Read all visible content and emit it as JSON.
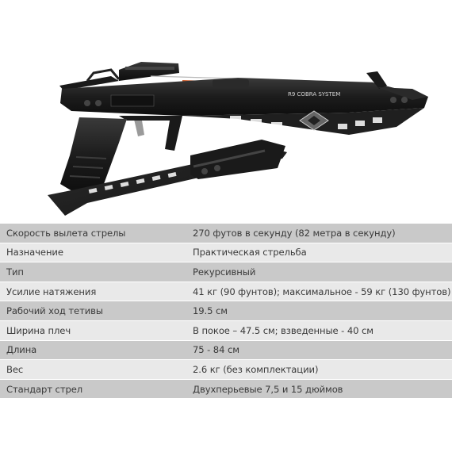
{
  "product": {
    "brand_marking": "R9 COBRA SYSTEM",
    "colors": {
      "body": "#1c1c1c",
      "highlight": "#3a3a3a",
      "string": "#b8b8b8",
      "accent": "#c85a2a"
    }
  },
  "specs": [
    {
      "label": "Скорость вылета стрелы",
      "value": "270 футов в секунду (82 метра в секунду)"
    },
    {
      "label": "Назначение",
      "value": "Практическая стрельба"
    },
    {
      "label": "Тип",
      "value": "Рекурсивный"
    },
    {
      "label": "Усилие натяжения",
      "value": "41 кг (90 фунтов); максимальное - 59 кг (130 фунтов)"
    },
    {
      "label": "Рабочий ход тетивы",
      "value": "19.5 см"
    },
    {
      "label": "Ширина плеч",
      "value": "В покое – 47.5 см; взведенные - 40 см"
    },
    {
      "label": "Длина",
      "value": "75 - 84 см"
    },
    {
      "label": "Вес",
      "value": "2.6 кг (без комплектации)"
    },
    {
      "label": "Стандарт стрел",
      "value": "Двухперьевые 7,5 и 15 дюймов"
    }
  ]
}
